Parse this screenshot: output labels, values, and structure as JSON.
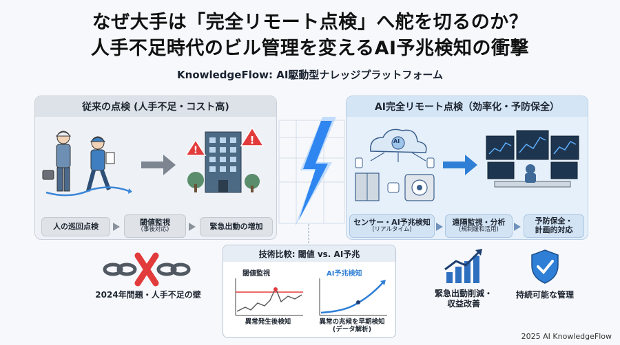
{
  "title_line1": "なぜ大手は「完全リモート点検」へ舵を切るのか？",
  "title_line2": "人手不足時代のビル管理を変えるAI予兆検知の衝撃",
  "subtitle": "KnowledgeFlow: AI駆動型ナレッジプラットフォーム",
  "left_panel": {
    "heading": "従来の点検 (人手不足・コスト高)",
    "steps": [
      {
        "label": "人の巡回点検",
        "sub": ""
      },
      {
        "label": "閾値監視",
        "sub": "(事後対応)"
      },
      {
        "label": "緊急出動の増加",
        "sub": ""
      }
    ],
    "problem": "2024年問題・人手不足の壁"
  },
  "right_panel": {
    "heading": "AI完全リモート点検（効率化・予防保全）",
    "cloud_text": "AI",
    "steps": [
      {
        "label": "センサー・AI予兆検知",
        "sub": "(リアルタイム)"
      },
      {
        "label": "遠隔監視・分析",
        "sub": "(規制緩和活用)"
      },
      {
        "label": "予防保全・",
        "sub": "計画的対応"
      }
    ],
    "benefit1_line1": "緊急出動削減・",
    "benefit1_line2": "収益改善",
    "benefit2": "持続可能な管理"
  },
  "comparison": {
    "heading": "技術比較: 閾値 vs. AI予兆",
    "left_label": "閾値監視",
    "left_caption": "異常発生後検知",
    "right_label": "AI予兆検知",
    "right_caption_line1": "異常の兆候を早期検知",
    "right_caption_line2": "(データ解析)"
  },
  "footer": "2025 AI KnowledgeFlow",
  "colors": {
    "accent_blue": "#2f7fd6",
    "warn_red": "#e23b3b",
    "worker_blue": "#3f7fbf",
    "building": "#4d6a85"
  }
}
